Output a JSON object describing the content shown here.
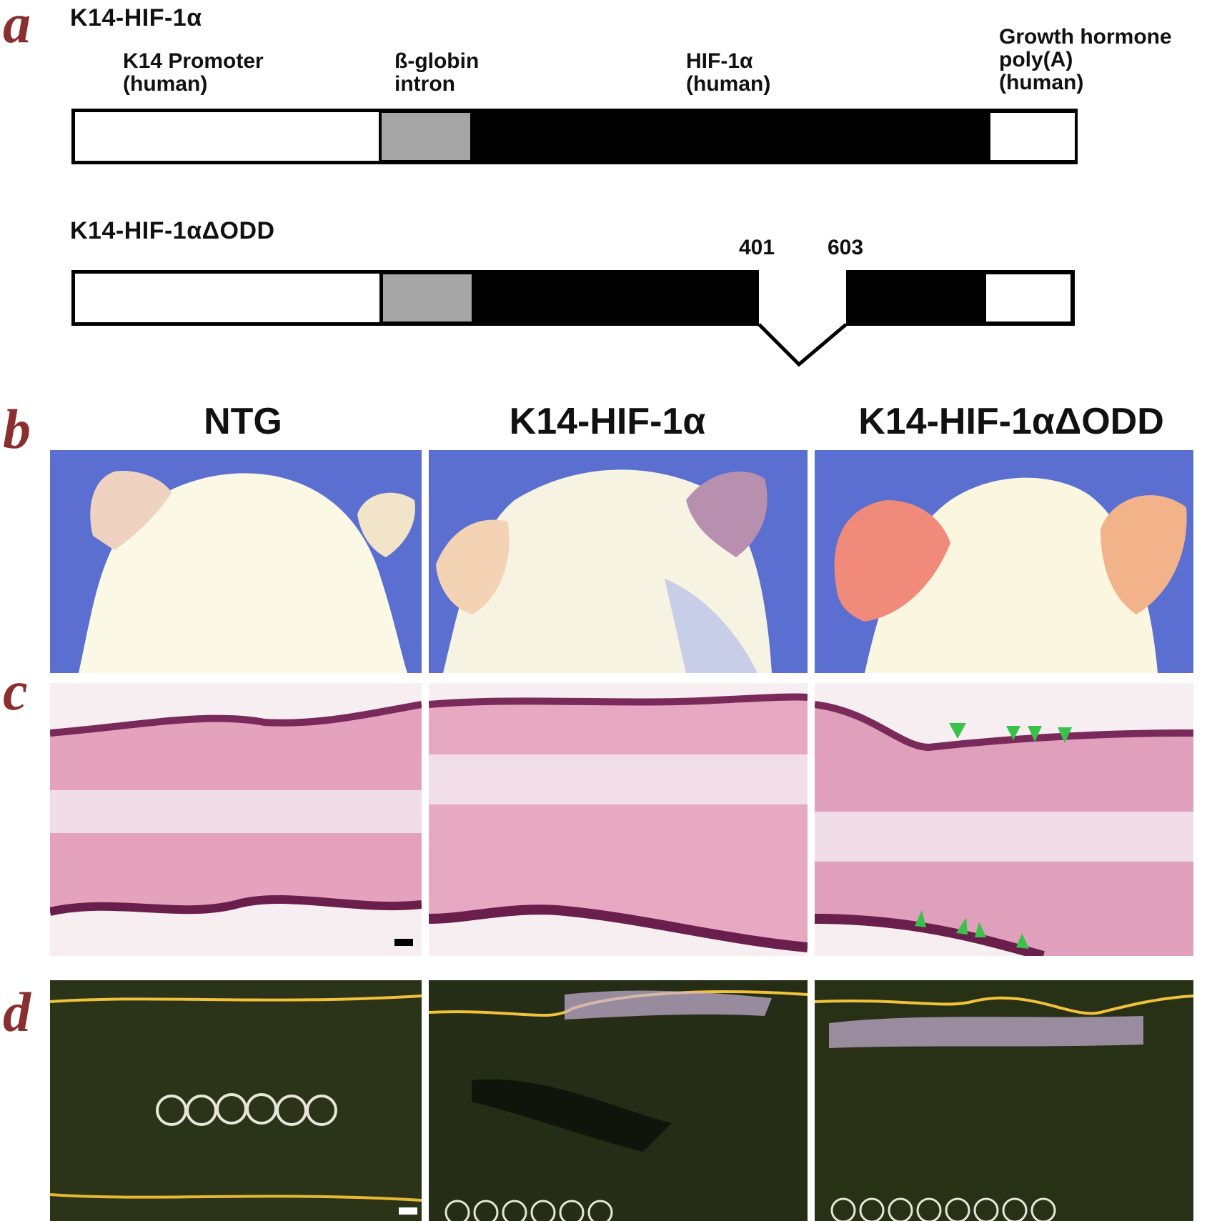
{
  "panels": {
    "a": "a",
    "b": "b",
    "c": "c",
    "d": "d"
  },
  "constructs": {
    "wt": {
      "title": "K14-HIF-1α",
      "regions": {
        "promoter": "K14 Promoter\n(human)",
        "intron": "ß-globin\nintron",
        "hif": "HIF-1α\n(human)",
        "polya": "Growth hormone\npoly(A)\n(human)"
      }
    },
    "dodd": {
      "title": "K14-HIF-1αΔODD",
      "deletion_start": "401",
      "deletion_end": "603"
    }
  },
  "columns": [
    "NTG",
    "K14-HIF-1α",
    "K14-HIF-1αΔODD"
  ],
  "colors": {
    "letter": "#8b2e2e",
    "background_blue": "#5a6fcf",
    "arrowhead": "#39c24a",
    "he_stain": "#e4a2bd",
    "darkfield": "#2b3318"
  }
}
